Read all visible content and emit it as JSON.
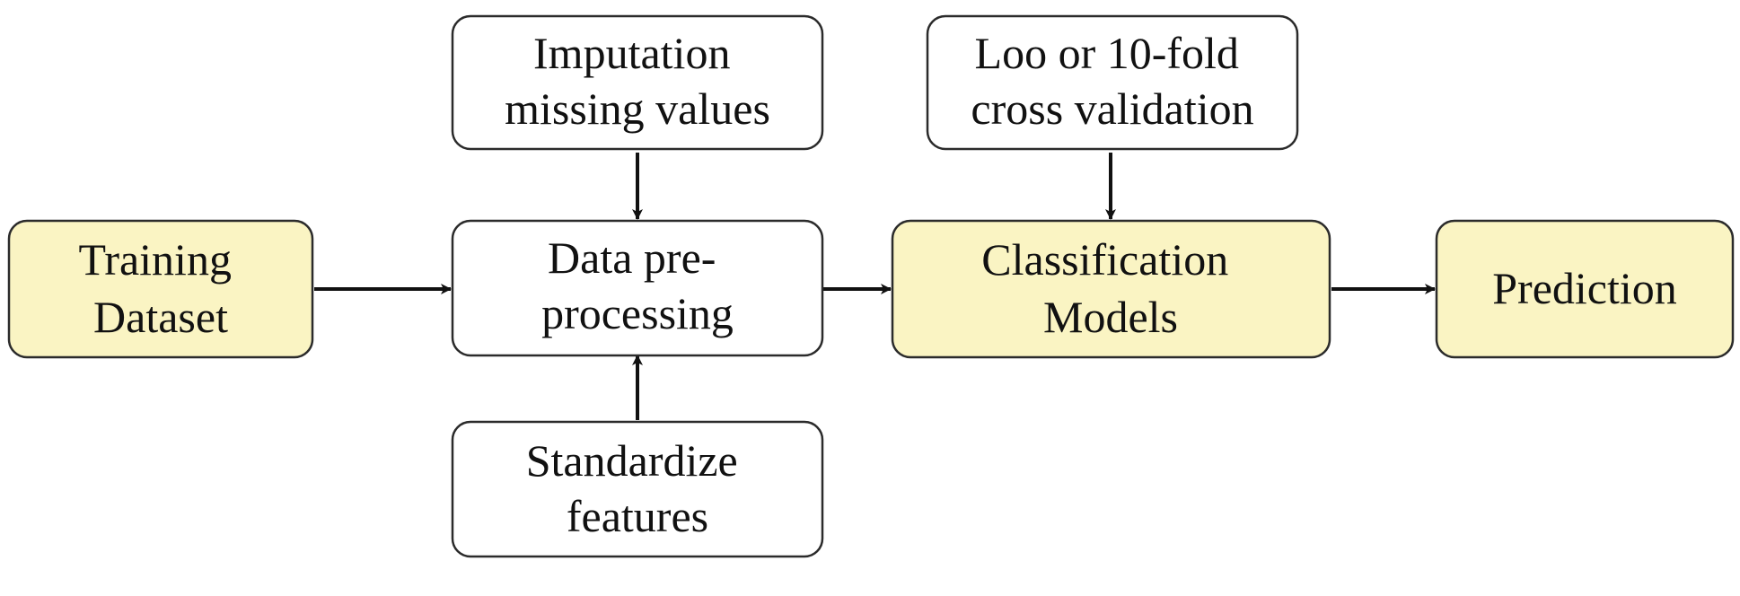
{
  "diagram": {
    "colors": {
      "highlight_fill": "#faf4c3",
      "plain_fill": "#ffffff",
      "stroke": "#2b2b2b",
      "arrow": "#111111"
    },
    "nodes": {
      "imputation": {
        "lines": [
          "Imputation",
          "missing values"
        ],
        "highlight": false
      },
      "loo": {
        "lines": [
          "Loo or 10-fold",
          "cross validation"
        ],
        "highlight": false
      },
      "training": {
        "lines": [
          "Training",
          "Dataset"
        ],
        "highlight": true
      },
      "preprocessing": {
        "lines": [
          "Data pre-",
          "processing"
        ],
        "highlight": false
      },
      "classification": {
        "lines": [
          "Classification",
          "Models"
        ],
        "highlight": true
      },
      "prediction": {
        "lines": [
          "Prediction"
        ],
        "highlight": true
      },
      "standardize": {
        "lines": [
          "Standardize",
          "features"
        ],
        "highlight": false
      }
    },
    "edges": [
      {
        "from": "imputation",
        "to": "preprocessing"
      },
      {
        "from": "standardize",
        "to": "preprocessing"
      },
      {
        "from": "training",
        "to": "preprocessing"
      },
      {
        "from": "preprocessing",
        "to": "classification"
      },
      {
        "from": "loo",
        "to": "classification"
      },
      {
        "from": "classification",
        "to": "prediction"
      }
    ]
  }
}
